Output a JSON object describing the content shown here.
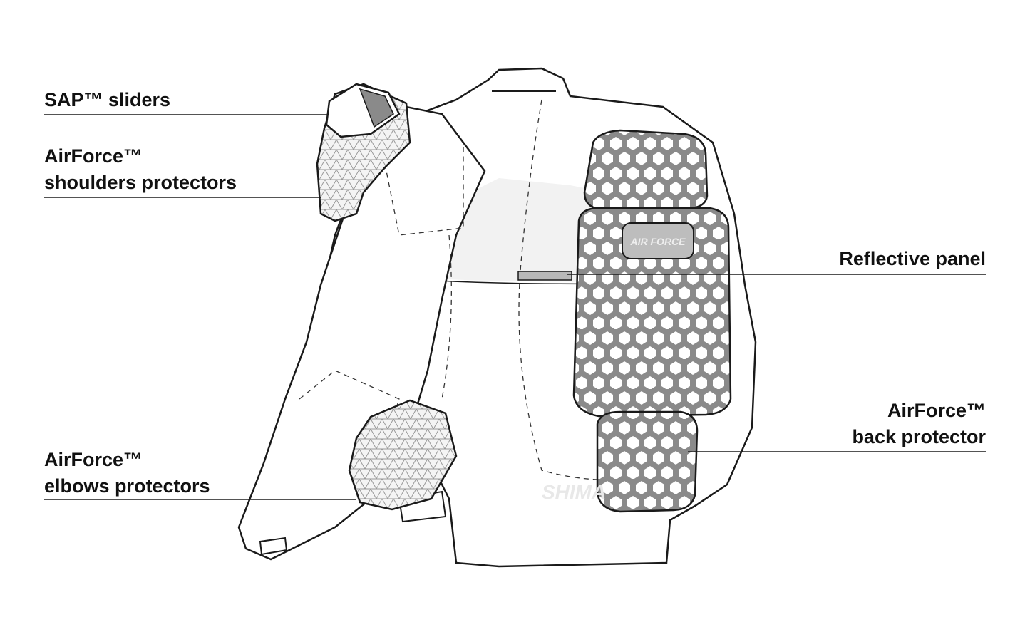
{
  "labels": {
    "sap_sliders": "SAP™ sliders",
    "shoulders": {
      "line1": "AirForce™",
      "line2": "shoulders protectors"
    },
    "reflective_panel": "Reflective panel",
    "back": {
      "line1": "AirForce™",
      "line2": "back protector"
    },
    "elbows": {
      "line1": "AirForce™",
      "line2": "elbows protectors"
    }
  },
  "badge_logo_text": "AIR FORCE",
  "watermark_text": "SHIMA",
  "colors": {
    "line": "#1a1a1a",
    "protector": "#8a8a8a",
    "panel": "#f0f0f0",
    "reflective": "#b8b8b8"
  }
}
